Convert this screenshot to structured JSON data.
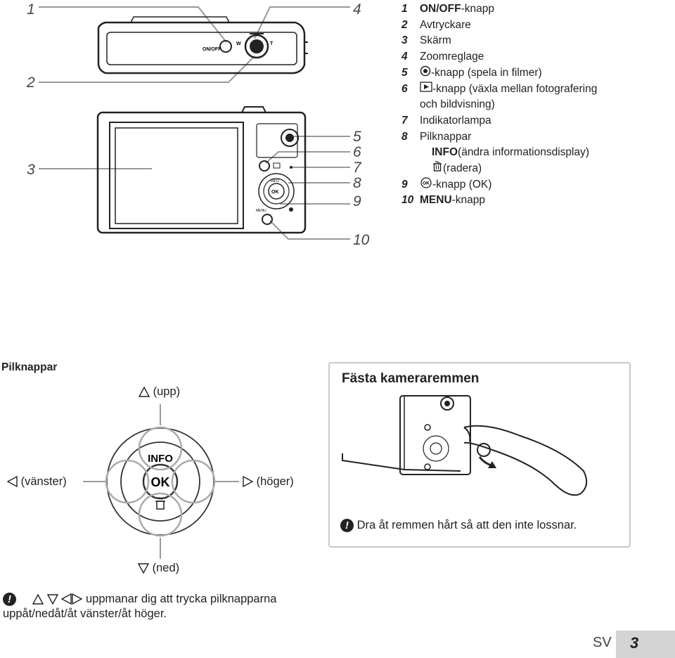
{
  "callouts": {
    "left": [
      "1",
      "2",
      "3"
    ],
    "right": [
      "4",
      "5",
      "6",
      "7",
      "8",
      "9",
      "10"
    ]
  },
  "camera_labels": {
    "on_off": "ON/OFF",
    "wide": "W",
    "tele": "T",
    "info": "INFO",
    "ok": "OK",
    "menu": "MENU"
  },
  "parts": [
    {
      "num": "1",
      "bold": "ON/OFF",
      "text": "-knapp"
    },
    {
      "num": "2",
      "text": "Avtryckare"
    },
    {
      "num": "3",
      "text": "Skärm"
    },
    {
      "num": "4",
      "text": "Zoomreglage"
    },
    {
      "num": "5",
      "icon": "movie-button-icon",
      "text": "-knapp (spela in filmer)"
    },
    {
      "num": "6",
      "icon": "play-button-icon",
      "text": "-knapp (växla mellan fotografering"
    },
    {
      "cont": "och bildvisning)"
    },
    {
      "num": "7",
      "text": "Indikatorlampa"
    },
    {
      "num": "8",
      "text": "Pilknappar"
    },
    {
      "sub_bold": "INFO",
      "text": " (ändra informationsdisplay)"
    },
    {
      "sub_icon": "trash-icon",
      "text": " (radera)"
    },
    {
      "num": "9",
      "icon": "ok-button-icon",
      "text": "-knapp (OK)"
    },
    {
      "num": "10",
      "bold": "MENU",
      "text": "-knapp"
    }
  ],
  "arrow_keys": {
    "heading": "Pilknappar",
    "up": "(upp)",
    "down": "(ned)",
    "left": "(vänster)",
    "right": "(höger)",
    "info": "INFO",
    "ok": "OK"
  },
  "strap": {
    "heading": "Fästa kameraremmen",
    "note": "Dra åt remmen hårt så att den inte lossnar."
  },
  "arrow_note": {
    "line1": "uppmanar dig att trycka pilknapparna",
    "line2": "uppåt/nedåt/åt vänster/åt höger."
  },
  "footer": {
    "lang": "SV",
    "page": "3"
  }
}
